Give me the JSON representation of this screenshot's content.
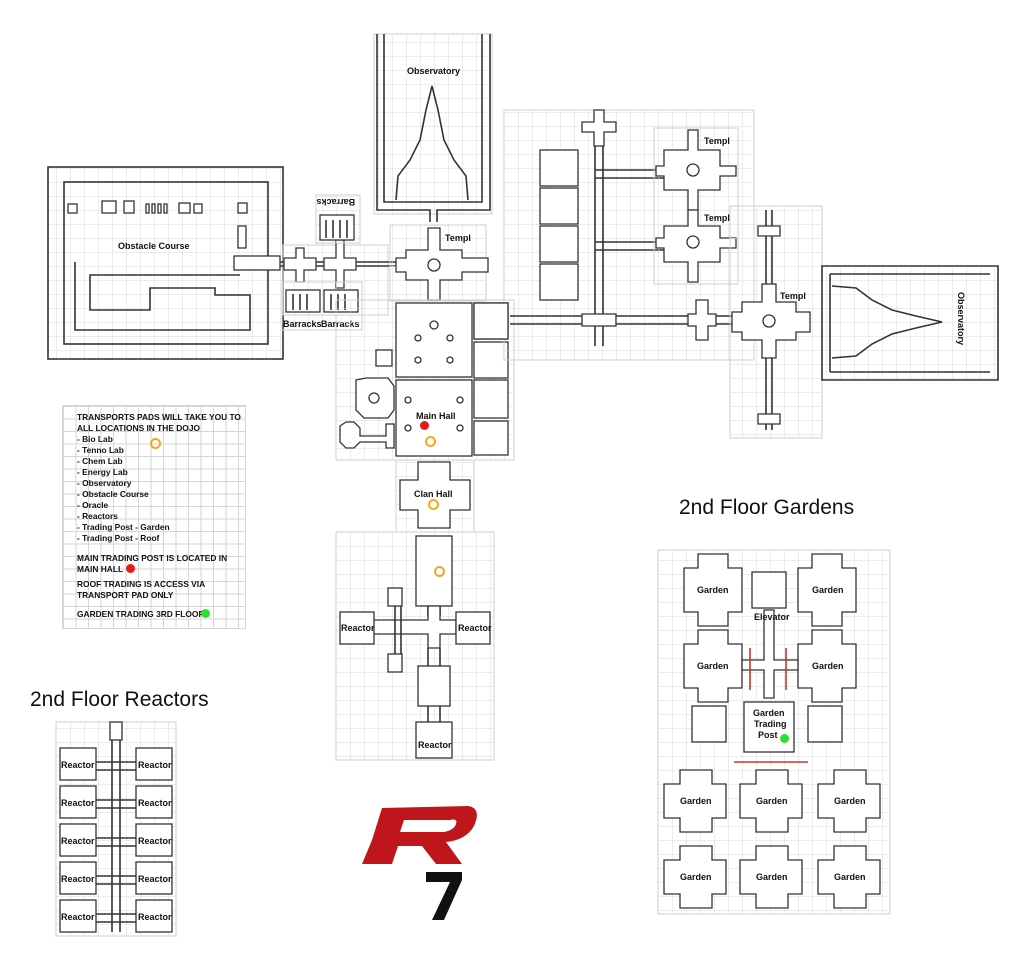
{
  "headings": {
    "floor2_gardens": "2nd Floor Gardens",
    "floor2_reactors": "2nd Floor Reactors"
  },
  "rooms": {
    "observatory_top": "Observatory",
    "observatory_right": "Observatory",
    "obstacle_course": "Obstacle Course",
    "barracks_rotated": "Barracks",
    "barracks_1": "Barracks",
    "barracks_2": "Barracks",
    "temple_1": "Templ",
    "temple_2": "Templ",
    "temple_3": "Templ",
    "temple_4": "Templ",
    "main_hall": "Main Hall",
    "clan_hall": "Clan Hall",
    "reactor_left": "Reactor",
    "reactor_right": "Reactor",
    "reactor_bottom": "Reactor",
    "reactors_2nd": [
      "Reactor",
      "Reactor",
      "Reactor",
      "Reactor",
      "Reactor",
      "Reactor",
      "Reactor",
      "Reactor",
      "Reactor",
      "Reactor"
    ],
    "gardens_2nd": [
      "Garden",
      "Garden",
      "Garden",
      "Garden",
      "Garden",
      "Garden",
      "Garden",
      "Garden",
      "Garden",
      "Garden"
    ],
    "elevator": "Elevator",
    "garden_trading_post": [
      "Garden",
      "Trading",
      "Post"
    ]
  },
  "legend": {
    "lines": [
      "TRANSPORTS PADS WILL TAKE YOU TO",
      "ALL LOCATIONS IN THE DOJO",
      "- Bio Lab",
      "- Tenno Lab",
      "- Chem Lab",
      "- Energy Lab",
      "- Observatory",
      "- Obstacle Course",
      "- Oracle",
      "- Reactors",
      "- Trading Post - Garden",
      "- Trading Post - Roof"
    ],
    "main_trading_1": "MAIN TRADING POST IS LOCATED IN",
    "main_trading_2": "MAIN HALL",
    "roof_trading_1": "ROOF TRADING IS ACCESS VIA",
    "roof_trading_2": "TRANSPORT PAD ONLY",
    "garden_trading": "GARDEN TRADING 3RD FLOOR"
  },
  "logo": {
    "letter": "R",
    "number": "7"
  },
  "colors": {
    "transport_pad": "#f5a623",
    "main_trading_post": "#e31b1b",
    "garden_trading_post": "#2ee02e",
    "logo_red": "#c0161b",
    "logo_black": "#111111"
  },
  "icons": {
    "transport_pad": "orange-ring-marker",
    "main_trading_post": "red-dot-marker",
    "garden_trading_post": "green-dot-marker"
  }
}
